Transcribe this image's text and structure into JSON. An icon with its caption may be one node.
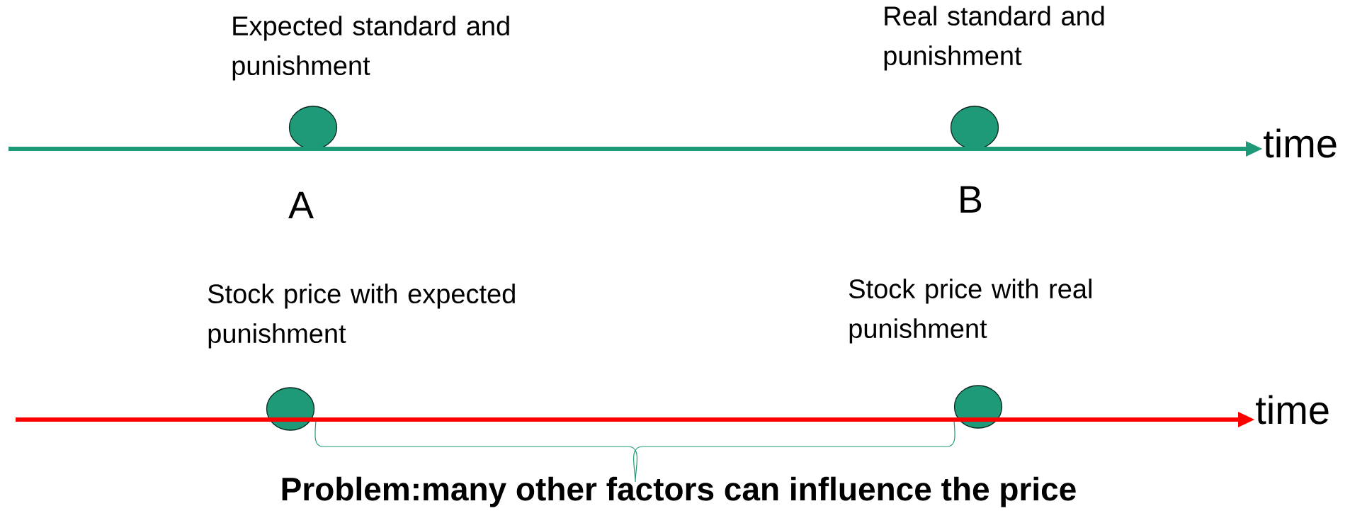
{
  "diagram": {
    "nodes": [
      {
        "text": [
          "Expected standard and punishment"
        ],
        "beside": [
          "A"
        ]
      },
      {
        "text": [
          "Real standard and punishment"
        ],
        "beside": [
          "B"
        ]
      },
      {
        "text": [
          "time"
        ]
      },
      {
        "text": [
          "Stock price with expected punishment"
        ]
      },
      {
        "text": [
          "Stock price with real punishment"
        ]
      },
      {
        "text": [
          "time"
        ]
      }
    ],
    "edges": [
      {
        "from": null,
        "to": 2,
        "arrow": "to",
        "color": "#1f9a78"
      },
      {
        "from": null,
        "to": 5,
        "arrow": "to",
        "color": "#ff0000"
      }
    ],
    "labels": [
      "Problem:many other factors can influence the price"
    ]
  }
}
